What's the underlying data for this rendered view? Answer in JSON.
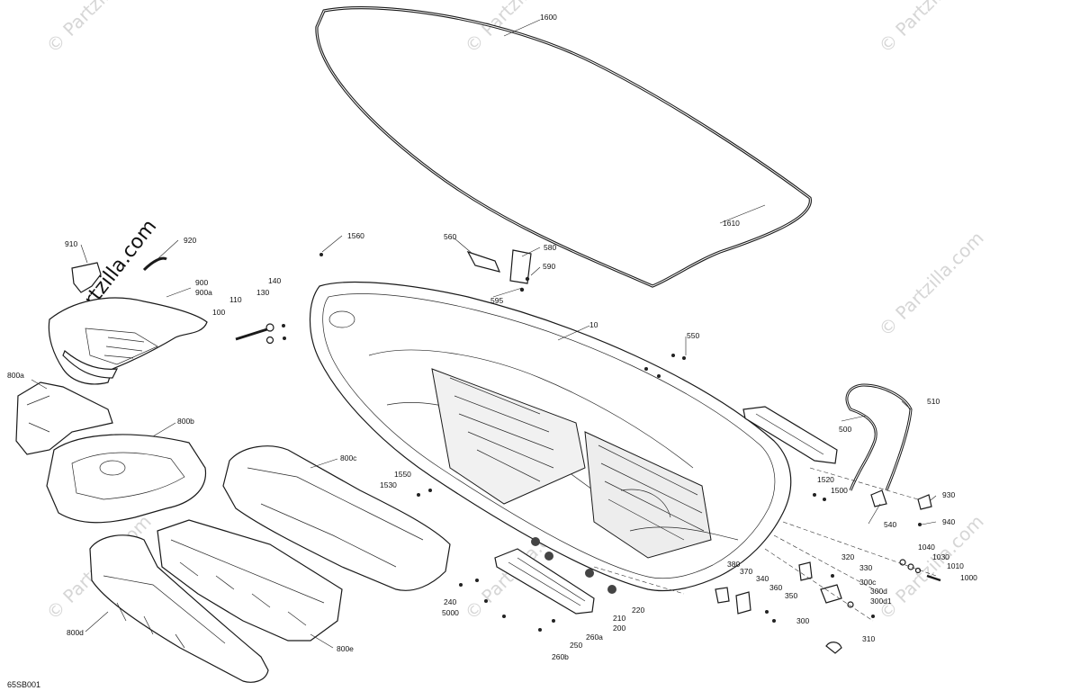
{
  "diagram_code": "65SB001",
  "watermarks": [
    "© Partzilla.com",
    "© Partzilla.com",
    "© Partzilla.com",
    "© Partzilla.com",
    "© Partzilla.com",
    "© Partzilla.com",
    "© Partzilla.com"
  ],
  "labels": {
    "p1600": "1600",
    "p1610": "1610",
    "p1560": "1560",
    "p560": "560",
    "p580": "580",
    "p590": "590",
    "p595": "595",
    "p10": "10",
    "p550": "550",
    "p910": "910",
    "p920": "920",
    "p900": "900",
    "p900a": "900a",
    "p140": "140",
    "p130": "130",
    "p110": "110",
    "p100": "100",
    "p800a": "800a",
    "p800b": "800b",
    "p800c": "800c",
    "p800d": "800d",
    "p800e": "800e",
    "p1550": "1550",
    "p1530": "1530",
    "p510": "510",
    "p500": "500",
    "p1520": "1520",
    "p1500": "1500",
    "p540": "540",
    "p930": "930",
    "p940": "940",
    "p1040": "1040",
    "p1030": "1030",
    "p1010": "1010",
    "p1000": "1000",
    "p320": "320",
    "p330": "330",
    "p300c": "300c",
    "p300d": "300d",
    "p300d1": "300d1",
    "p300": "300",
    "p310": "310",
    "p380": "380",
    "p370": "370",
    "p340": "340",
    "p360": "360",
    "p350": "350",
    "p240": "240",
    "p5000": "5000",
    "p210": "210",
    "p200": "200",
    "p220": "220",
    "p260a": "260a",
    "p250": "250",
    "p260b": "260b"
  },
  "colors": {
    "line": "#1a1a1a",
    "watermark": "#d6d6d6",
    "background": "#ffffff"
  }
}
